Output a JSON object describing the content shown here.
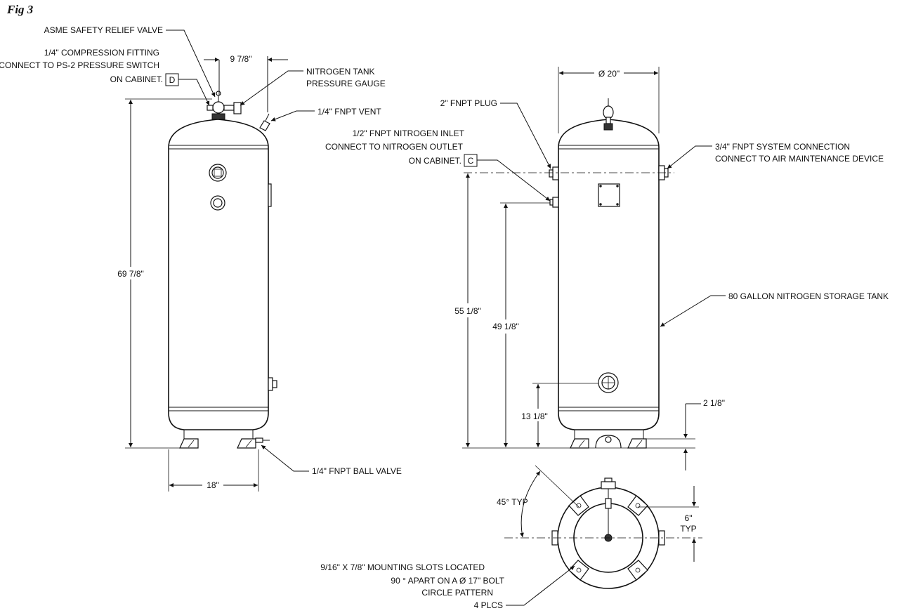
{
  "figure": {
    "label": "Fig 3"
  },
  "callouts": {
    "asme_valve": "ASME SAFETY RELIEF VALVE",
    "comp_fitting_1": "1/4\" COMPRESSION FITTING",
    "comp_fitting_2": "CONNECT TO PS-2 PRESSURE SWITCH",
    "comp_fitting_3": "ON CABINET.",
    "comp_fitting_box": "D",
    "gauge_1": "NITROGEN TANK",
    "gauge_2": "PRESSURE GAUGE",
    "vent": "1/4\" FNPT VENT",
    "plug": "2\" FNPT PLUG",
    "inlet_1": "1/2\" FNPT NITROGEN INLET",
    "inlet_2": "CONNECT TO NITROGEN OUTLET",
    "inlet_3": "ON CABINET.",
    "inlet_box": "C",
    "system_1": "3/4\" FNPT SYSTEM CONNECTION",
    "system_2": "CONNECT TO AIR MAINTENANCE DEVICE",
    "storage_tank": "80 GALLON NITROGEN STORAGE TANK",
    "ball_valve": "1/4\" FNPT BALL VALVE",
    "slots_1": "9/16\" X 7/8\" MOUNTING SLOTS LOCATED",
    "slots_2": "90 ° APART ON A     Ø 17\" BOLT",
    "slots_3": "CIRCLE PATTERN",
    "slots_4": "4 PLCS"
  },
  "dimensions": {
    "offset_top": "9 7/8\"",
    "overall_height": "69 7/8\"",
    "base_width": "18\"",
    "diameter": "Ø 20\"",
    "system_height": "55 1/8\"",
    "inlet_height": "49 1/8\"",
    "bottom_port_height": "13 1/8\"",
    "leg_height": "2 1/8\"",
    "angle": "45° TYP",
    "slot_offset_1": "6\"",
    "slot_offset_2": "TYP"
  }
}
